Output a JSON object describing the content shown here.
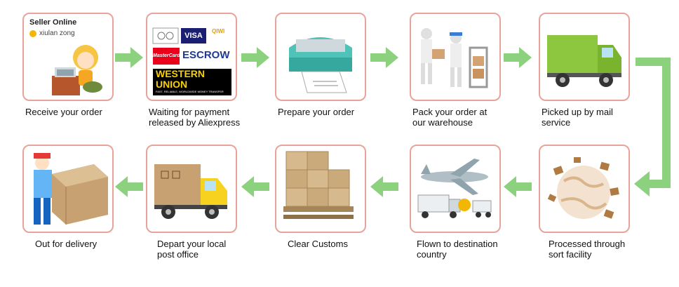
{
  "seller": {
    "title": "Seller Online",
    "name": "xiulan zong"
  },
  "payment_logos": {
    "visa": "VISA",
    "mastercard": "MasterCard",
    "escrow": "ESCROW",
    "qiwi": "QIWI",
    "western_union_line1": "WESTERN",
    "western_union_line2": "UNION",
    "western_union_tagline": "FAST, RELIABLE, WORLDWIDE MONEY TRANSFER"
  },
  "steps": [
    {
      "line1": "Receive your order",
      "line2": ""
    },
    {
      "line1": "Waiting for payment",
      "line2": "released by Aliexpress"
    },
    {
      "line1": "Prepare your order",
      "line2": ""
    },
    {
      "line1": "Pack your order at",
      "line2": "our warehouse"
    },
    {
      "line1": "Picked up by mail",
      "line2": "service"
    },
    {
      "line1": "Processed through",
      "line2": "sort facility"
    },
    {
      "line1": "Flown to destination",
      "line2": "country"
    },
    {
      "line1": "Clear Customs",
      "line2": ""
    },
    {
      "line1": "Depart your local",
      "line2": "post office"
    },
    {
      "line1": "Out for delivery",
      "line2": ""
    }
  ],
  "colors": {
    "arrow": "#8cd17d",
    "card_border": "#e8a39a"
  },
  "icons": [
    "computer-girl-icon",
    "payment-logos",
    "label-printer-icon",
    "warehouse-worker-icon",
    "delivery-truck-icon",
    "globe-parcels-icon",
    "airplane-truck-icon",
    "box-stack-icon",
    "box-truck-icon",
    "courier-box-icon"
  ]
}
